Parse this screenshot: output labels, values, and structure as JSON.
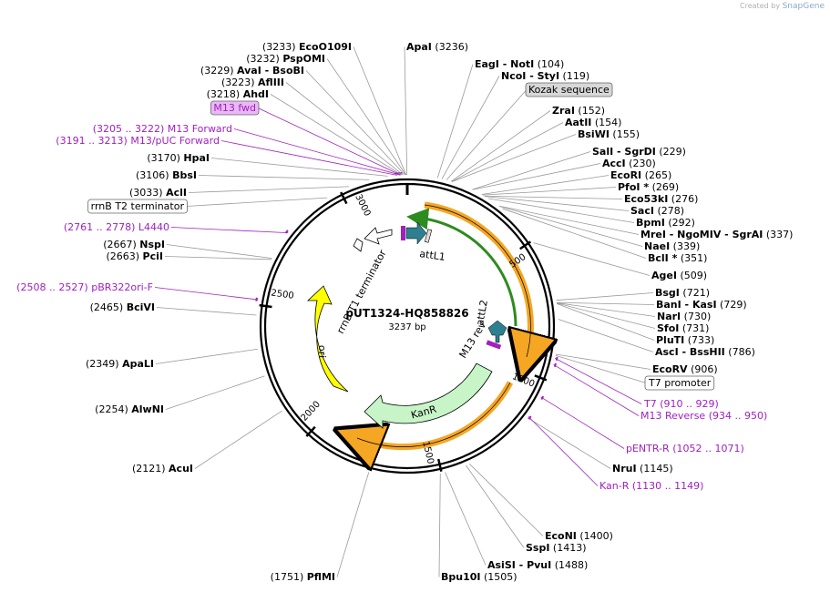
{
  "credit": {
    "prefix": "Created by",
    "brand": "SnapGene"
  },
  "plasmid": {
    "name": "pUT1324-HQ858826",
    "size_label": "3237 bp",
    "length": 3237
  },
  "colors": {
    "backbone": "#000000",
    "orange_arc": "#f5a623",
    "green_arc": "#2e8b1f",
    "kanr": "#c8f5c8",
    "ori": "#ffff00",
    "feature_teal": "#2e7f8f",
    "primer": "#a020c0",
    "label_box": "#d8d8d8",
    "box_fill": "#ffffff"
  },
  "ticks": [
    {
      "pos": 500,
      "label": "500"
    },
    {
      "pos": 1000,
      "label": "1000"
    },
    {
      "pos": 1500,
      "label": "1500"
    },
    {
      "pos": 2000,
      "label": "2000"
    },
    {
      "pos": 2500,
      "label": "2500"
    },
    {
      "pos": 3000,
      "label": "3000"
    }
  ],
  "features": [
    {
      "name": "attL1",
      "start": 10,
      "end": 110,
      "kind": "attL",
      "label": "attL1"
    },
    {
      "name": "attL2",
      "start": 860,
      "end": 960,
      "kind": "attL",
      "label": "attL2"
    },
    {
      "name": "M13 rev",
      "start": 934,
      "end": 950,
      "kind": "text",
      "label": "M13 rev"
    },
    {
      "name": "KanR",
      "start": 1120,
      "end": 1930,
      "kind": "kanr",
      "label": "KanR"
    },
    {
      "name": "ori",
      "start": 2180,
      "end": 2770,
      "kind": "ori",
      "label": "ori"
    },
    {
      "name": "rrnB T1 terminator",
      "start": 2980,
      "end": 3130,
      "kind": "term",
      "label": "rrnB T1 terminator"
    }
  ],
  "sites": [
    {
      "text": "ApaI",
      "pos": "(3236)"
    },
    {
      "text": "EagI  - NotI",
      "pos": "(104)"
    },
    {
      "text": "NcoI  - StyI",
      "pos": "(119)"
    },
    {
      "text": "Kozak sequence",
      "pos": ""
    },
    {
      "text": "ZraI",
      "pos": "(152)"
    },
    {
      "text": "AatII",
      "pos": "(154)"
    },
    {
      "text": "BsiWI",
      "pos": "(155)"
    },
    {
      "text": "SalI  - SgrDI",
      "pos": "(229)"
    },
    {
      "text": "AccI",
      "pos": "(230)"
    },
    {
      "text": "EcoRI",
      "pos": "(265)"
    },
    {
      "text": "PfoI *",
      "pos": "(269)"
    },
    {
      "text": "Eco53kI",
      "pos": "(276)"
    },
    {
      "text": "SacI",
      "pos": "(278)"
    },
    {
      "text": "BpmI",
      "pos": "(292)"
    },
    {
      "text": "MreI  - NgoMIV   - SgrAI",
      "pos": "(337)"
    },
    {
      "text": "NaeI",
      "pos": "(339)"
    },
    {
      "text": "BclI *",
      "pos": "(351)"
    },
    {
      "text": "AgeI",
      "pos": "(509)"
    },
    {
      "text": "BsgI",
      "pos": "(721)"
    },
    {
      "text": "BanI  - KasI",
      "pos": "(729)"
    },
    {
      "text": "NarI",
      "pos": "(730)"
    },
    {
      "text": "SfoI",
      "pos": "(731)"
    },
    {
      "text": "PluTI",
      "pos": "(733)"
    },
    {
      "text": "AscI  - BssHII",
      "pos": "(786)"
    },
    {
      "text": "EcoRV",
      "pos": "(906)"
    },
    {
      "text": "T7 promoter",
      "pos": ""
    },
    {
      "text": "T7",
      "pos": "(910 .. 929)"
    },
    {
      "text": "M13 Reverse",
      "pos": "(934 .. 950)"
    },
    {
      "text": "pENTR-R",
      "pos": "(1052 .. 1071)"
    },
    {
      "text": "NruI",
      "pos": "(1145)"
    },
    {
      "text": "Kan-R",
      "pos": "(1130 .. 1149)"
    },
    {
      "text": "EcoNI",
      "pos": "(1400)"
    },
    {
      "text": "SspI",
      "pos": "(1413)"
    },
    {
      "text": "AsiSI  - PvuI",
      "pos": "(1488)"
    },
    {
      "text": "Bpu10I",
      "pos": "(1505)"
    },
    {
      "text": "PflMI",
      "pos": "(1751)"
    },
    {
      "text": "AcuI",
      "pos": "(2121)"
    },
    {
      "text": "AlwNI",
      "pos": "(2254)"
    },
    {
      "text": "ApaLI",
      "pos": "(2349)"
    },
    {
      "text": "BciVI",
      "pos": "(2465)"
    },
    {
      "text": "pBR322ori-F",
      "pos": "(2508 .. 2527)"
    },
    {
      "text": "PciI",
      "pos": "(2663)"
    },
    {
      "text": "NspI",
      "pos": "(2667)"
    },
    {
      "text": "L4440",
      "pos": "(2761 .. 2778)"
    },
    {
      "text": "rrnB T2 terminator",
      "pos": ""
    },
    {
      "text": "AclI",
      "pos": "(3033)"
    },
    {
      "text": "BbsI",
      "pos": "(3106)"
    },
    {
      "text": "HpaI",
      "pos": "(3170)"
    },
    {
      "text": "M13/pUC Forward",
      "pos": "(3191 .. 3213)"
    },
    {
      "text": "M13 Forward",
      "pos": "(3205 .. 3222)"
    },
    {
      "text": "M13 fwd",
      "pos": ""
    },
    {
      "text": "AhdI",
      "pos": "(3218)"
    },
    {
      "text": "AflIII",
      "pos": "(3223)"
    },
    {
      "text": "AvaI  - BsoBI",
      "pos": "(3229)"
    },
    {
      "text": "PspOMI",
      "pos": "(3232)"
    },
    {
      "text": "EcoO109I",
      "pos": "(3233)"
    }
  ]
}
